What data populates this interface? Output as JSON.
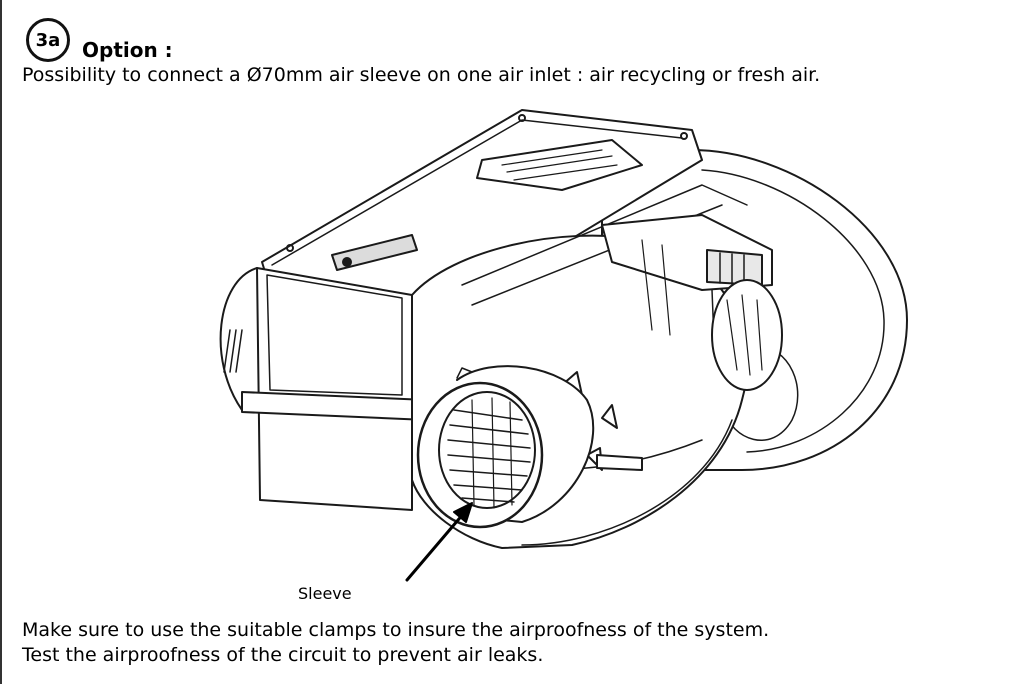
{
  "step": {
    "badge": "3a",
    "title": "Option :"
  },
  "intro_text": "Possibility to connect a Ø70mm air sleeve on one air inlet : air recycling or fresh air.",
  "figure": {
    "callout_label": "Sleeve"
  },
  "notes": [
    "Make sure to use the suitable clamps to insure the airproofness of the system.",
    "Test the airproofness of the circuit to prevent air leaks."
  ],
  "colors": {
    "line": "#1a1a1a",
    "fill": "#ffffff",
    "shade": "#e8e8e8"
  }
}
